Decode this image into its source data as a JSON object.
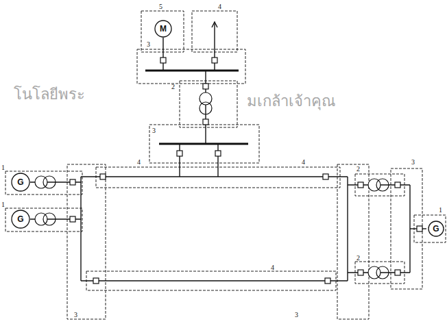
{
  "diagram": {
    "nodes": [
      {
        "text": [
          "M"
        ]
      },
      {
        "text": [
          "G"
        ]
      },
      {
        "text": [
          "G"
        ]
      },
      {
        "text": [
          "G"
        ]
      }
    ],
    "labels": [
      "5",
      "4",
      "3",
      "2",
      "3",
      "4",
      "4",
      "1",
      "1",
      "3",
      "2",
      "2",
      "1",
      "4",
      "3",
      "3",
      "โนโลยีพระ",
      "มเกล้าเจ้าคุณ"
    ]
  }
}
